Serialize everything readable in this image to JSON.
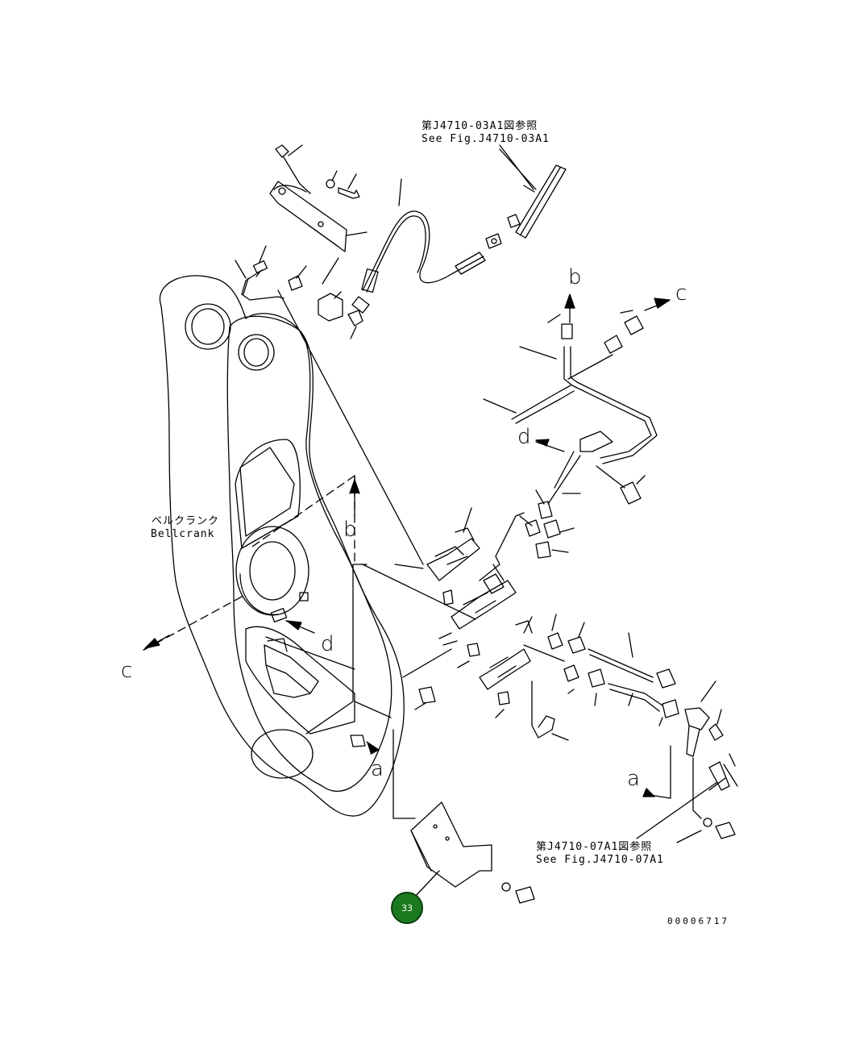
{
  "references": {
    "top_jp": "第J4710-03A1図参照",
    "top_en": "See Fig.J4710-03A1",
    "bottom_jp": "第J4710-07A1図参照",
    "bottom_en": "See Fig.J4710-07A1"
  },
  "part_label": {
    "jp": "ベルクランク",
    "en": "Bellcrank"
  },
  "arrow_letters": {
    "a_lower": "a",
    "a_right": "a",
    "b_top": "b",
    "b_mid": "b",
    "c_top": "c",
    "c_left": "c",
    "d_mid": "d",
    "d_lower": "d"
  },
  "callout": {
    "number": "33",
    "color": "#1b7a1f"
  },
  "drawing_number": "00006717"
}
